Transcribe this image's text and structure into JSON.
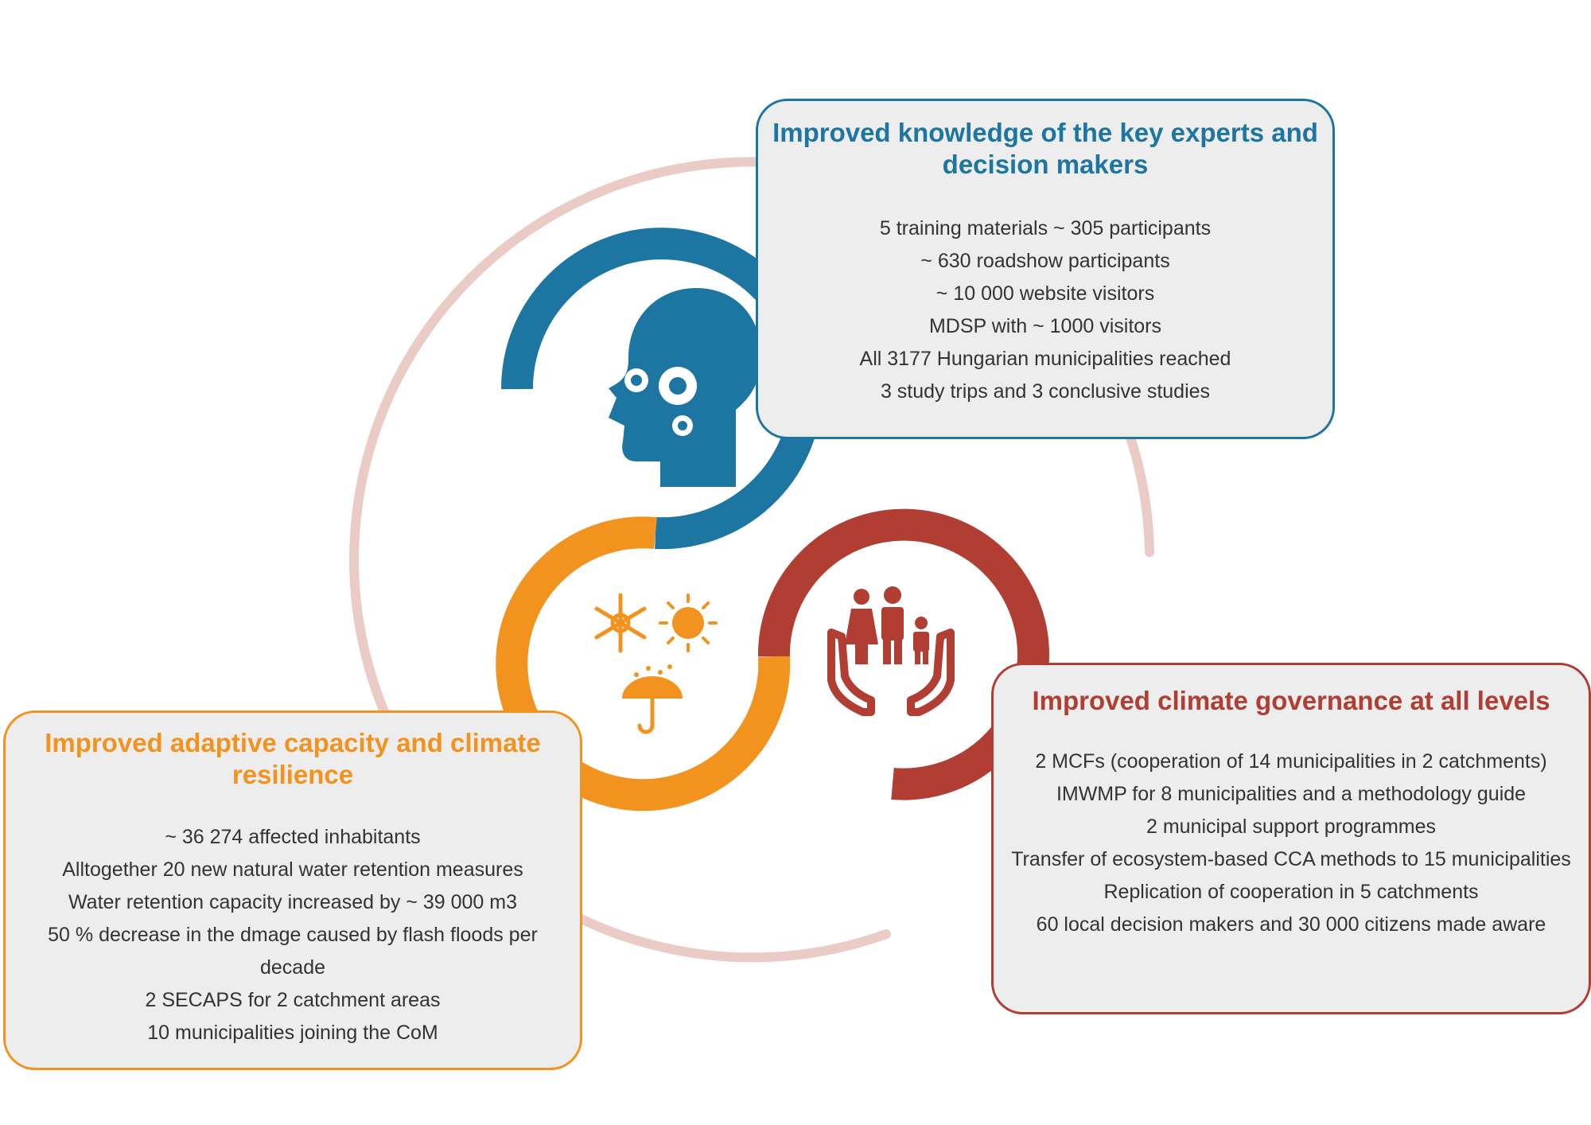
{
  "colors": {
    "blue": "#1d76a2",
    "orange": "#f2931f",
    "red": "#b13e33",
    "ring": "#eacbc6",
    "card_bg": "#ededed"
  },
  "segments": {
    "knowledge": {
      "icon": "head-with-gears-icon"
    },
    "adaptive": {
      "icon": "weather-icon"
    },
    "governance": {
      "icon": "family-in-hands-icon"
    }
  },
  "knowledge": {
    "title": "Improved knowledge of the key experts and decision makers",
    "items": [
      "5 training materials ~ 305 participants",
      "~ 630 roadshow participants",
      "~ 10 000 website visitors",
      "MDSP with ~ 1000 visitors",
      "All 3177 Hungarian municipalities reached",
      "3 study trips and 3 conclusive studies"
    ]
  },
  "governance": {
    "title": "Improved climate governance at all levels",
    "items": [
      "2 MCFs (cooperation of 14 municipalities in 2 catchments)",
      "IMWMP for 8 municipalities and a methodology guide",
      "2 municipal support programmes",
      "Transfer of ecosystem-based CCA methods to 15 municipalities",
      "Replication of cooperation in 5 catchments",
      "60 local decision makers and 30 000 citizens made aware"
    ]
  },
  "adaptive": {
    "title": "Improved adaptive capacity and climate resilience",
    "items": [
      "~ 36 274 affected inhabitants",
      "Alltogether 20 new natural water retention measures",
      "Water retention capacity increased by ~ 39 000 m3",
      "50 % decrease in the dmage caused by flash floods per decade",
      "2 SECAPS for 2 catchment areas",
      "10 municipalities joining the CoM"
    ]
  }
}
